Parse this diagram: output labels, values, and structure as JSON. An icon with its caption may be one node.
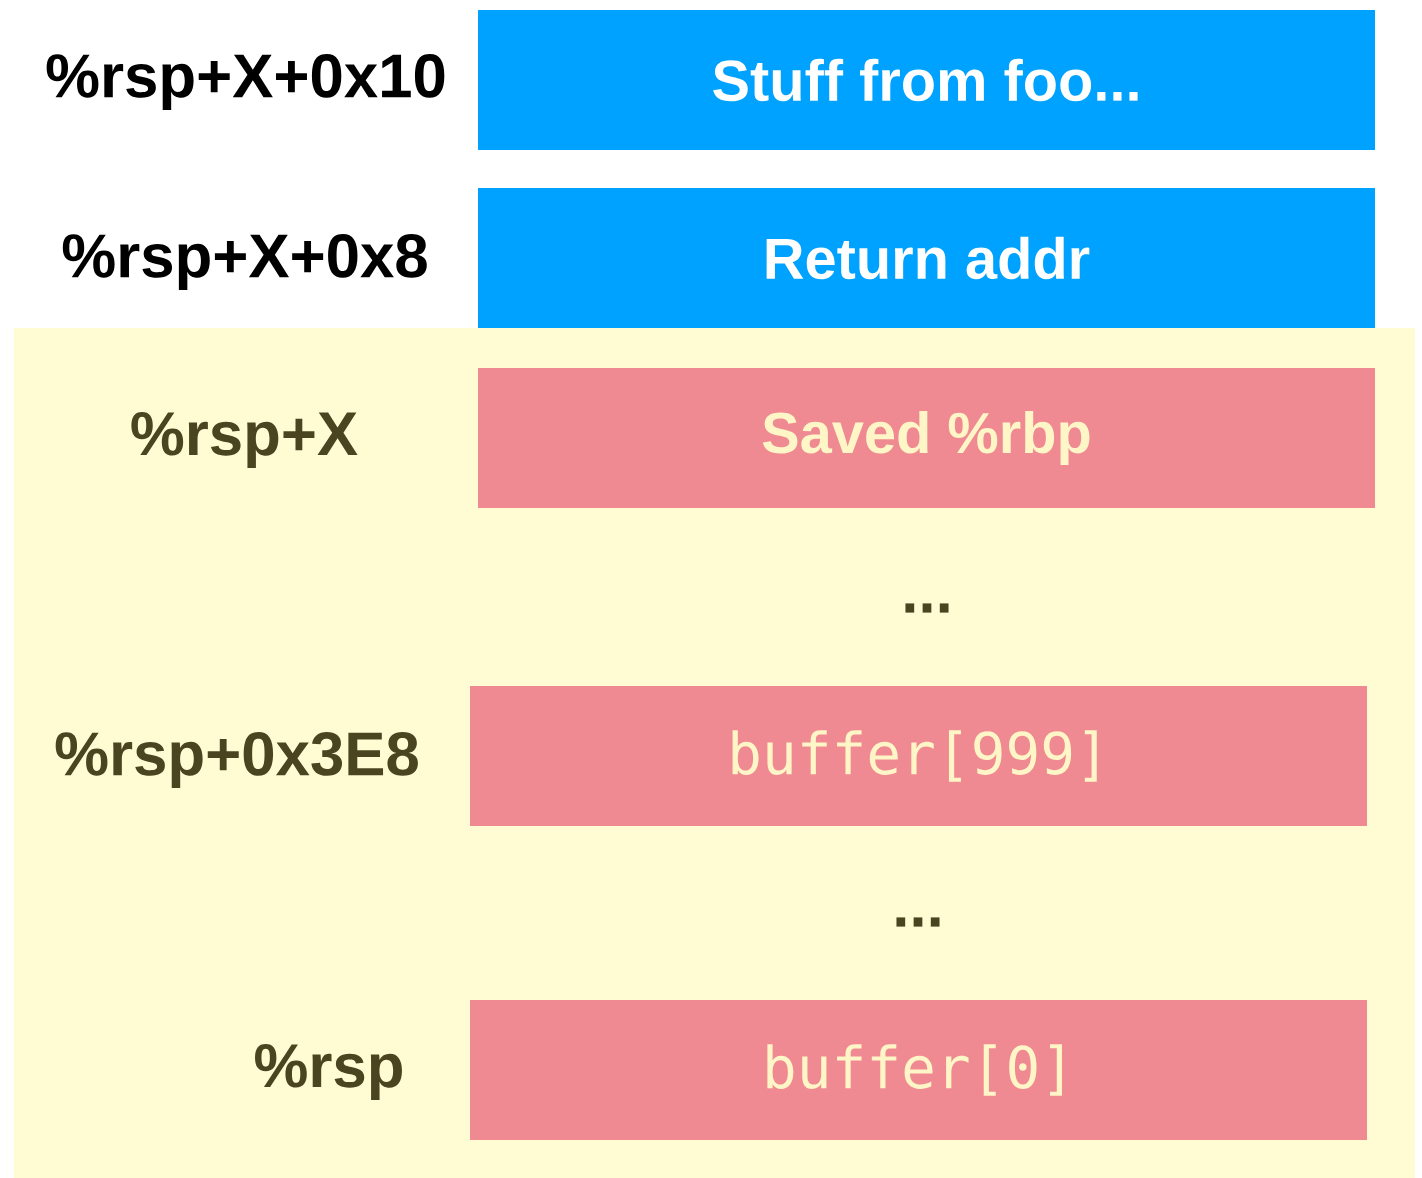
{
  "diagram": {
    "nodes": [
      {
        "text": [
          "Stuff from foo..."
        ],
        "beside": [
          "%rsp+X+0x10"
        ]
      },
      {
        "text": [
          "Return addr"
        ],
        "beside": [
          "%rsp+X+0x8"
        ]
      },
      {
        "text": [],
        "shape": "box"
      },
      {
        "text": [
          "Saved %rbp"
        ],
        "in": 2,
        "beside": [
          "%rsp+X"
        ]
      },
      {
        "text": [
          "buffer[999]"
        ],
        "in": 2,
        "beside": [
          "%rsp+0x3E8"
        ]
      },
      {
        "text": [
          "buffer[0]"
        ],
        "in": 2,
        "beside": [
          "%rsp"
        ]
      }
    ],
    "labels": [
      "...",
      "..."
    ]
  }
}
